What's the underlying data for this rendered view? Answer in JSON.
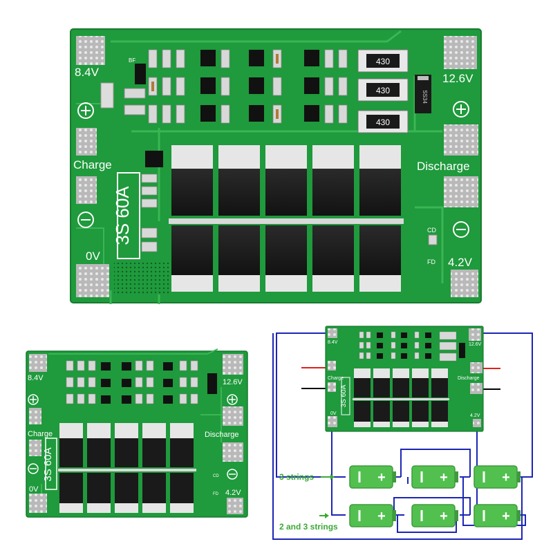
{
  "boards": [
    {
      "id": "main",
      "labels": {
        "top_left_voltage": "8.4V",
        "top_right_voltage": "12.6V",
        "charge": "Charge",
        "discharge": "Discharge",
        "bottom_left_voltage": "0V",
        "bottom_right_voltage": "4.2V",
        "model": "3S 60A",
        "cd": "CD",
        "fd": "FD",
        "bf": "BF"
      },
      "resistors": [
        "430",
        "430",
        "430"
      ],
      "diode": "SS34"
    },
    {
      "id": "small-left",
      "labels": {
        "top_left_voltage": "8.4V",
        "top_right_voltage": "12.6V",
        "charge": "Charge",
        "discharge": "Discharge",
        "bottom_left_voltage": "0V",
        "bottom_right_voltage": "4.2V",
        "model": "3S 60A",
        "cd": "CD",
        "fd": "FD"
      }
    },
    {
      "id": "small-right",
      "labels": {
        "top_left_voltage": "8.4V",
        "top_right_voltage": "12.6V",
        "charge": "Charge",
        "discharge": "Discharge",
        "bottom_left_voltage": "0V",
        "bottom_right_voltage": "4.2V",
        "model": "3S 60A"
      }
    }
  ],
  "diagram": {
    "label_3_strings": "3 strings",
    "label_2_and_3_strings": "2 and 3 strings",
    "battery_plus": "+"
  },
  "colors": {
    "pcb": "#1f9a3c",
    "pcb_light": "#2db04d",
    "trace": "#4cc567",
    "pad": "#a8a8a8",
    "mosfet": "#1b1b1b",
    "wire": "#1c25b4",
    "battery": "#52c04f",
    "label_green": "#3aa935",
    "wire_red": "#e0201a",
    "wire_black": "#000000"
  }
}
